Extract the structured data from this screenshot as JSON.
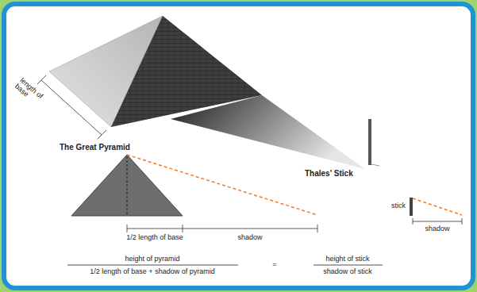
{
  "diagram": {
    "labels": [
      "length of base",
      "The Great Pyramid",
      "Thales' Stick",
      "stick",
      "shadow",
      "1/2 length of base",
      "shadow",
      "height of pyramid",
      "1/2 length of base + shadow of pyramid",
      "=",
      "height of stick",
      "shadow of stick"
    ]
  }
}
